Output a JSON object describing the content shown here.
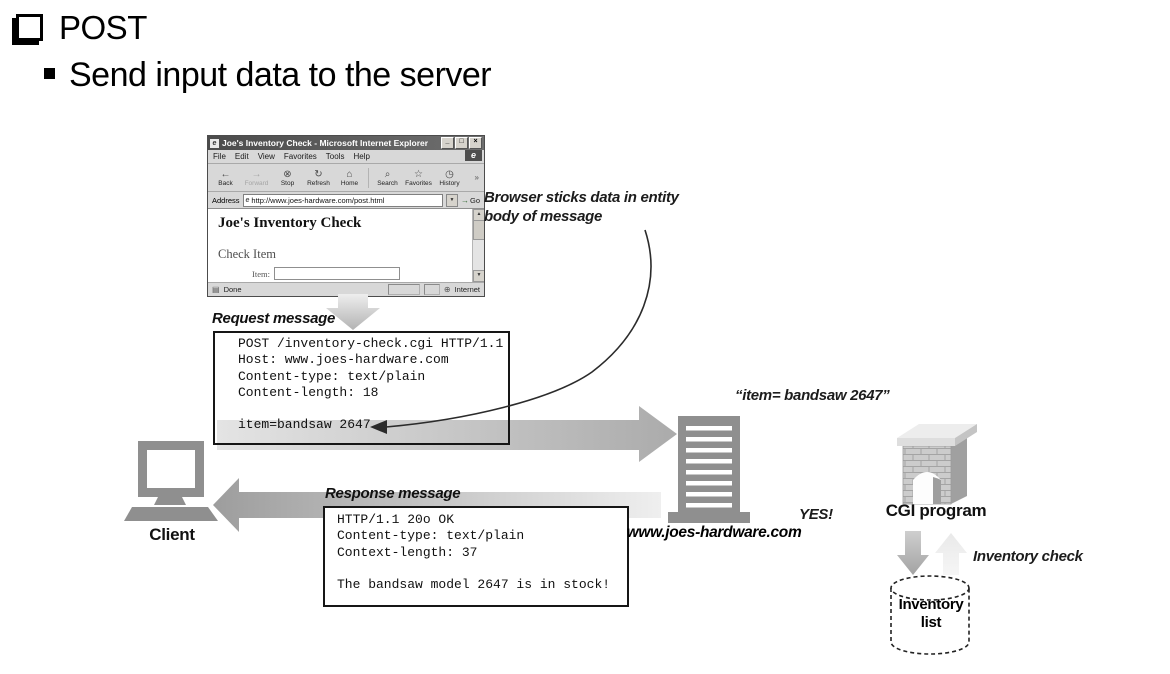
{
  "slide": {
    "title": "POST",
    "subtitle": "Send input data to the server"
  },
  "browser": {
    "window_title": "Joe's Inventory Check - Microsoft Internet Explorer",
    "window_buttons": [
      "_",
      "□",
      "×"
    ],
    "menu_items": [
      "File",
      "Edit",
      "View",
      "Favorites",
      "Tools",
      "Help"
    ],
    "toolbar_items": [
      {
        "icon": "←",
        "label": "Back"
      },
      {
        "icon": "→",
        "label": "Forward"
      },
      {
        "icon": "⊗",
        "label": "Stop"
      },
      {
        "icon": "↻",
        "label": "Refresh"
      },
      {
        "icon": "⌂",
        "label": "Home"
      },
      {
        "icon": "⌕",
        "label": "Search"
      },
      {
        "icon": "☆",
        "label": "Favorites"
      },
      {
        "icon": "◷",
        "label": "History"
      }
    ],
    "toolbar_more": "»",
    "logo": "e",
    "address_label": "Address",
    "address_icon": "e",
    "address_url": "http://www.joes-hardware.com/post.html",
    "dropdown_icon": "▼",
    "go_icon": "→",
    "go_label": "Go",
    "scroll_up_icon": "▲",
    "scroll_down_icon": "▼",
    "page": {
      "heading": "Joe's Inventory Check",
      "subheading": "Check Item",
      "field_label": "Item:"
    },
    "status_doc_icon": "▤",
    "status_left": "Done",
    "status_globe_icon": "⊕",
    "status_right": "Internet"
  },
  "request_message": {
    "label": "Request message",
    "text": "POST /inventory-check.cgi HTTP/1.1\nHost: www.joes-hardware.com\nContent-type: text/plain\nContent-length: 18\n\nitem=bandsaw 2647"
  },
  "response_message": {
    "label": "Response message",
    "text": "HTTP/1.1 20o OK\nContent-type: text/plain\nContext-length: 37\n\nThe bandsaw model 2647 is in stock!"
  },
  "annotations": {
    "entity_note_line1": "Browser sticks data in entity",
    "entity_note_line2": "body of message",
    "item_value": "“item= bandsaw 2647”",
    "yes": "YES!",
    "inventory_check": "Inventory check"
  },
  "nodes": {
    "client": "Client",
    "server": "www.joes-hardware.com",
    "cgi": "CGI program",
    "inventory_line1": "Inventory",
    "inventory_line2": "list"
  },
  "colors": {
    "icon_gray": "#8f8f8f",
    "arrow_gray": "#b5b5b5",
    "box_border": "#161616"
  }
}
